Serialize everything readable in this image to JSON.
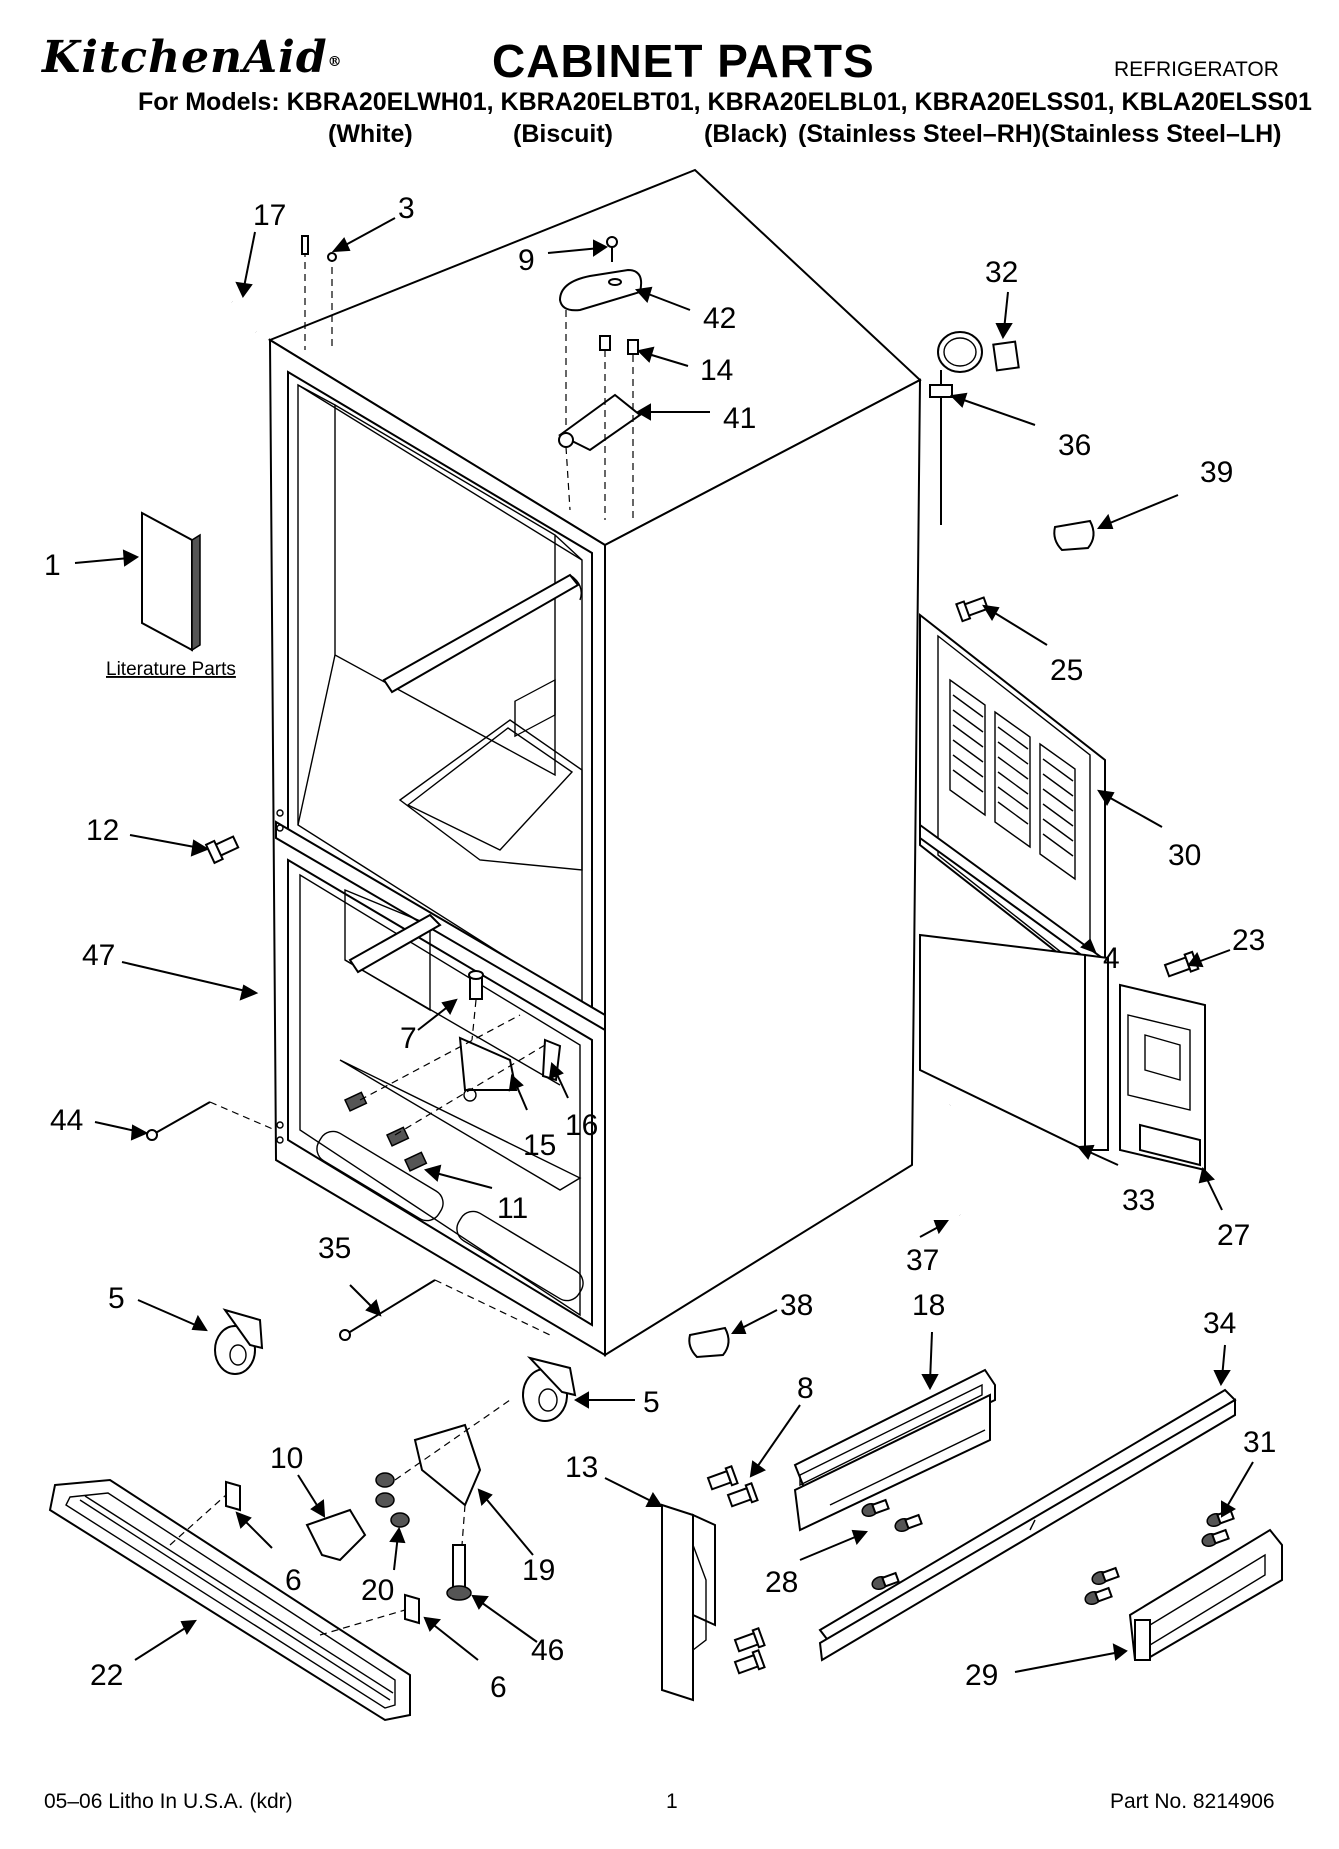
{
  "header": {
    "brand": "KitchenAid",
    "brand_mark": "®",
    "title": "CABINET PARTS",
    "category": "REFRIGERATOR",
    "models_line": "For Models: KBRA20ELWH01, KBRA20ELBT01, KBRA20ELBL01, KBRA20ELSS01, KBLA20ELSS01",
    "finishes": [
      "(White)",
      "(Biscuit)",
      "(Black)",
      "(Stainless Steel–RH)(Stainless Steel–LH)"
    ]
  },
  "diagram": {
    "literature_label": "Literature Parts",
    "callouts": [
      "17",
      "3",
      "9",
      "42",
      "14",
      "41",
      "32",
      "36",
      "39",
      "1",
      "25",
      "30",
      "12",
      "47",
      "4",
      "23",
      "7",
      "16",
      "15",
      "44",
      "11",
      "33",
      "27",
      "37",
      "35",
      "5",
      "38",
      "18",
      "34",
      "5",
      "8",
      "31",
      "10",
      "13",
      "19",
      "28",
      "6",
      "20",
      "46",
      "29",
      "22",
      "6"
    ]
  },
  "footer": {
    "litho": "05–06 Litho In U.S.A. (kdr)",
    "page": "1",
    "part_no": "Part No. 8214906"
  }
}
